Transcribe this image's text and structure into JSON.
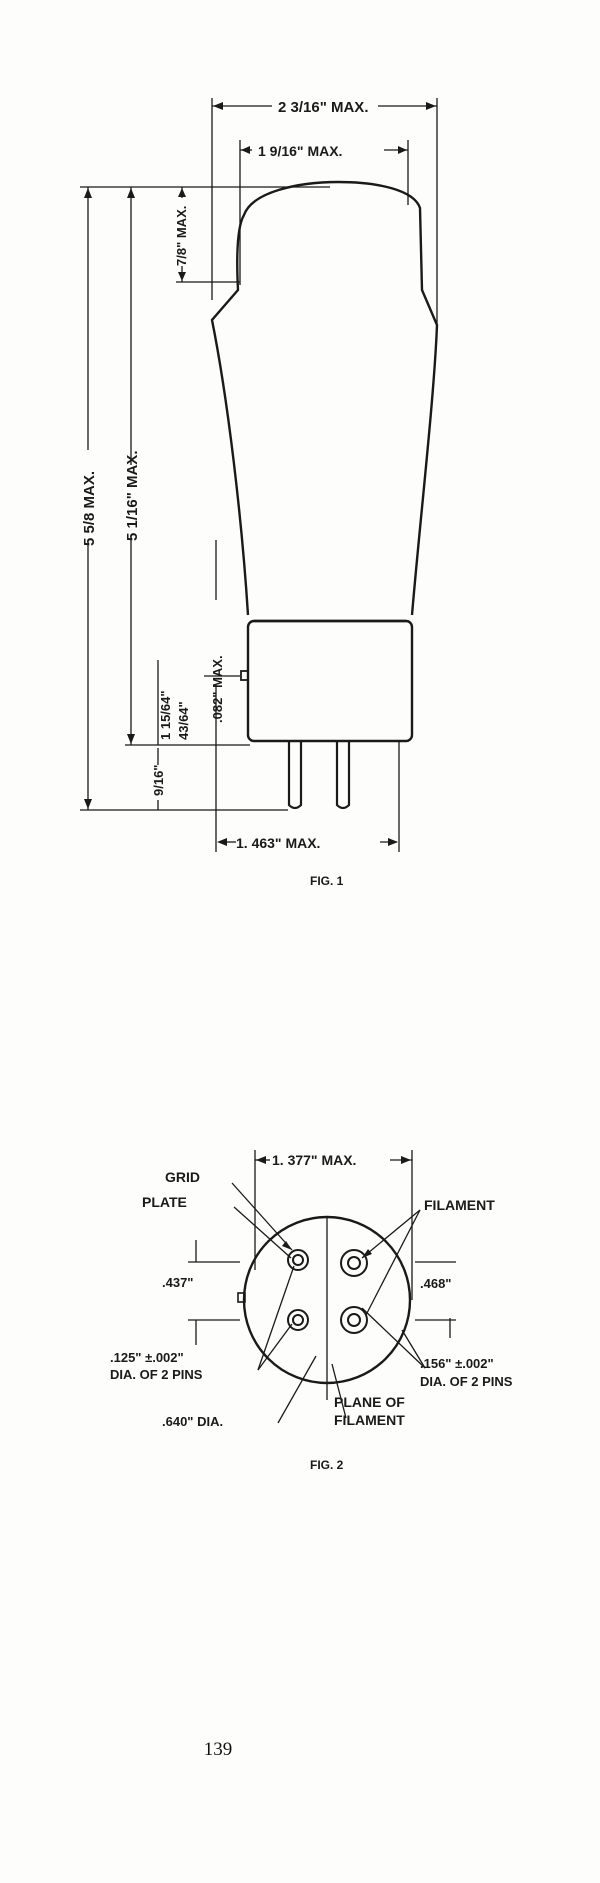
{
  "figure1": {
    "caption": "FIG. 1",
    "dimensions": {
      "overall_width": "2 3/16\" MAX.",
      "dome_width": "1 9/16\" MAX.",
      "dome_height": "7/8\" MAX.",
      "overall_height": "5 5/8 MAX.",
      "seated_height": "5 1/16\" MAX.",
      "pin_offset": ".082\" MAX.",
      "base_height_a": "1 15/64\"",
      "base_height_b": "43/64\"",
      "pin_length": "9/16\"",
      "base_width": "1. 463\" MAX."
    }
  },
  "figure2": {
    "caption": "FIG. 2",
    "labels": {
      "grid": "GRID",
      "plate": "PLATE",
      "filament": "FILAMENT",
      "width": "1. 377\" MAX.",
      "left_spacing": ".437\"",
      "right_spacing": ".468\"",
      "small_pins_line1": ".125\" ±.002\"",
      "small_pins_line2": "DIA. OF 2 PINS",
      "large_pins_line1": ".156\" ±.002\"",
      "large_pins_line2": "DIA. OF 2 PINS",
      "base_dia": ".640\" DIA.",
      "plane_line1": "PLANE OF",
      "plane_line2": "FILAMENT"
    }
  },
  "page_number": "139"
}
